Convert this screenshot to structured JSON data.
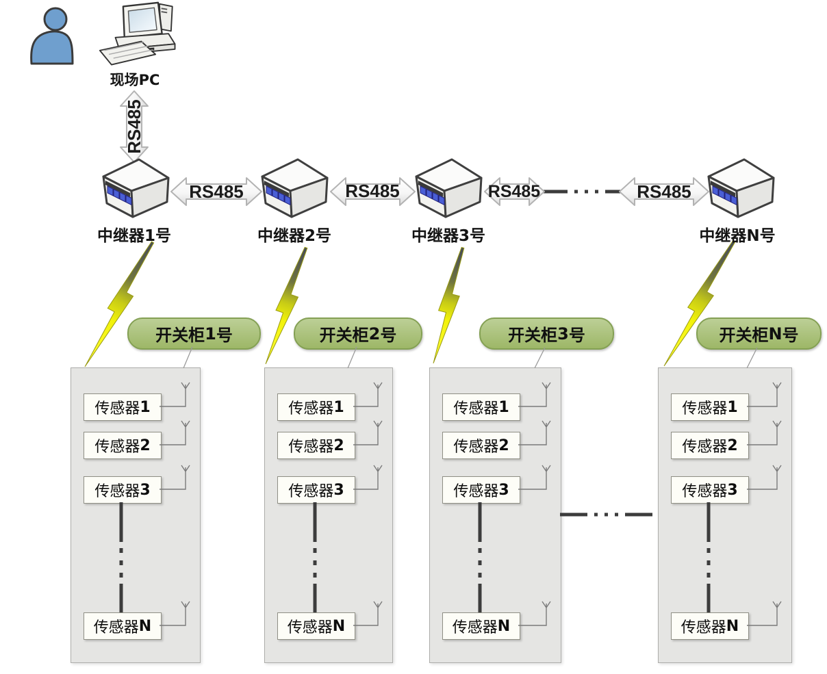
{
  "diagram": {
    "pc_label": {
      "prefix": "现场",
      "suffix": "PC"
    },
    "link_label": "RS485",
    "repeaters": [
      {
        "prefix": "中继器",
        "num": "1",
        "suffix": "号"
      },
      {
        "prefix": "中继器",
        "num": "2",
        "suffix": "号"
      },
      {
        "prefix": "中继器",
        "num": "3",
        "suffix": "号"
      },
      {
        "prefix": "中继器",
        "num": "N",
        "suffix": "号"
      }
    ],
    "cabinets": [
      {
        "prefix": "开关柜",
        "num": "1",
        "suffix": "号"
      },
      {
        "prefix": "开关柜",
        "num": "2",
        "suffix": "号"
      },
      {
        "prefix": "开关柜",
        "num": "3",
        "suffix": "号"
      },
      {
        "prefix": "开关柜",
        "num": "N",
        "suffix": "号"
      }
    ],
    "sensor_rows": [
      {
        "prefix": "传感器",
        "num": "1"
      },
      {
        "prefix": "传感器",
        "num": "2"
      },
      {
        "prefix": "传感器",
        "num": "3"
      },
      {
        "prefix": "传感器",
        "num": "N"
      }
    ],
    "icons": {
      "person": "person-icon",
      "computer": "desktop-pc-icon",
      "repeater": "repeater-device-icon",
      "wireless_link": "lightning-bolt-icon",
      "antenna": "antenna-icon"
    },
    "colors": {
      "oval_green": "#a9c07c",
      "oval_border": "#84a054",
      "cabinet_gray": "#e5e5e3",
      "sensor_fill": "#fdfdf7",
      "led_blue": "#4a5fd6",
      "person_blue": "#6f9fce",
      "bolt_yellow": "#f2f20a",
      "dash_dark": "#3c3c3c",
      "arrow_stroke": "#b3b3b3"
    }
  }
}
